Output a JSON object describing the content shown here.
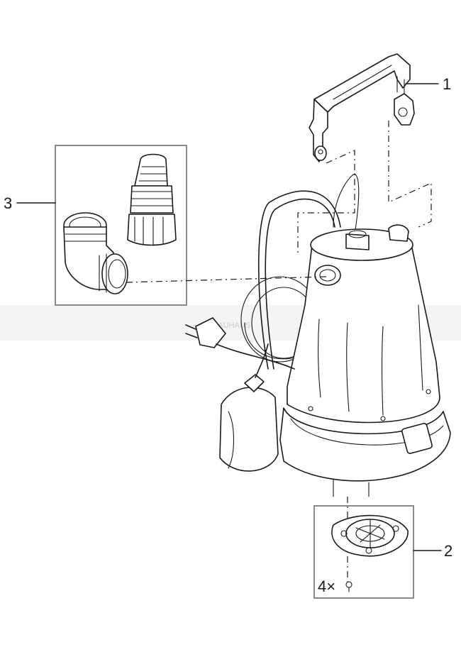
{
  "callouts": [
    {
      "label": "1"
    },
    {
      "label": "2"
    },
    {
      "label": "3"
    }
  ],
  "quantity_label": "4×",
  "watermark": "BAUHAUS",
  "colors": {
    "line": "#1a1a1a",
    "box": "#8a8a8a",
    "background": "#ffffff"
  }
}
